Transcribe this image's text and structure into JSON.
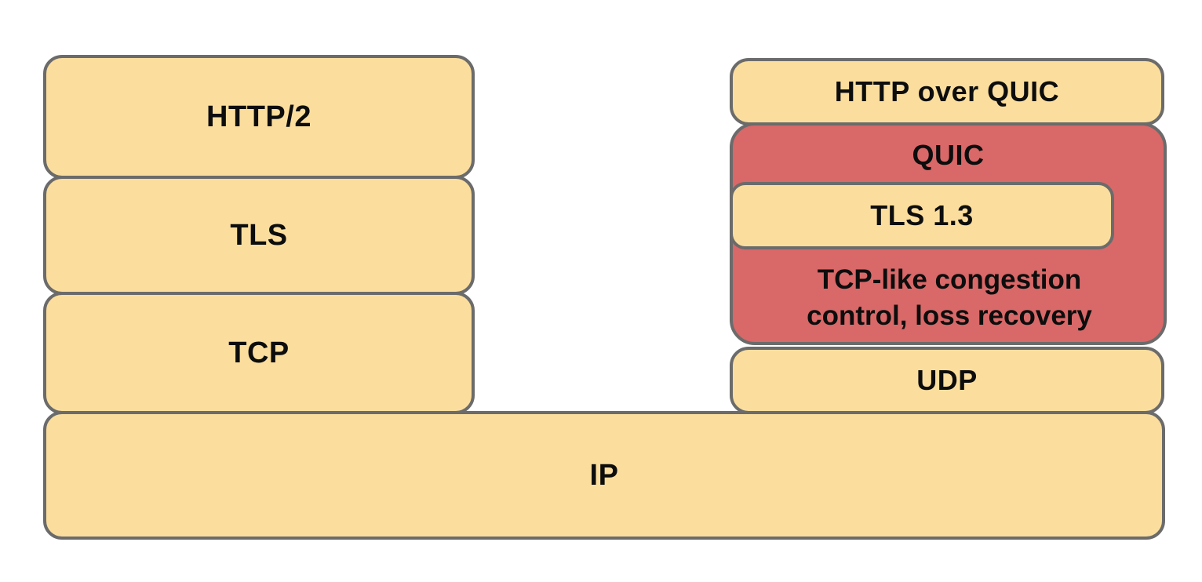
{
  "diagram": {
    "description": "Protocol stack comparison: HTTP/2 over TCP vs HTTP over QUIC over UDP",
    "colors": {
      "box_fill": "#fbde9d",
      "quic_fill": "#d96868",
      "border": "#6b6b6b",
      "text": "#0d0d0d",
      "background": "#ffffff"
    },
    "left_stack": {
      "layers": [
        {
          "label": "HTTP/2"
        },
        {
          "label": "TLS"
        },
        {
          "label": "TCP"
        }
      ]
    },
    "right_stack": {
      "http_over_quic_label": "HTTP over QUIC",
      "quic_label": "QUIC",
      "tls13_label": "TLS 1.3",
      "congestion_lines": [
        "TCP-like congestion",
        "control, loss recovery"
      ],
      "udp_label": "UDP"
    },
    "base_layer": {
      "ip_label": "IP"
    }
  }
}
